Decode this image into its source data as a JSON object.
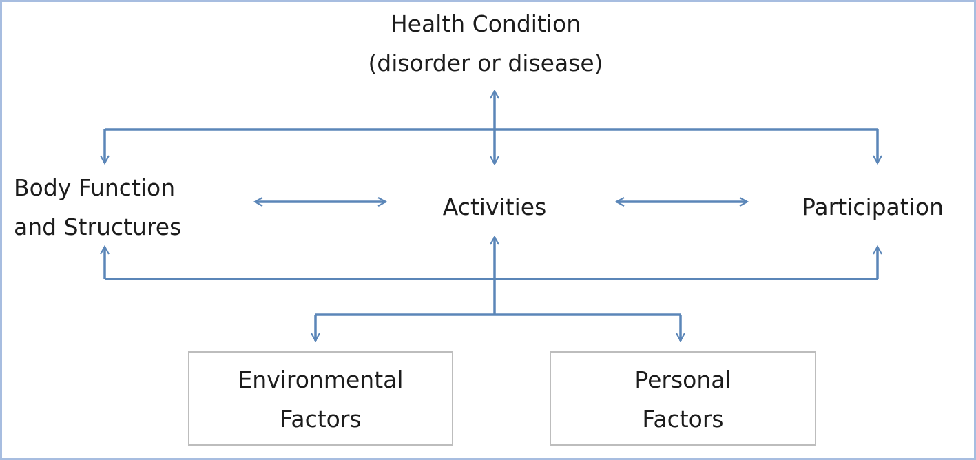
{
  "diagram": {
    "health_condition": {
      "line1": "Health Condition",
      "line2": "(disorder or disease)"
    },
    "body_function": {
      "line1": "Body Function",
      "line2": "and Structures"
    },
    "activities": "Activities",
    "participation": "Participation",
    "environmental": {
      "line1": "Environmental",
      "line2": "Factors"
    },
    "personal": {
      "line1": "Personal",
      "line2": "Factors"
    }
  },
  "colors": {
    "arrow": "#5b86b8",
    "frame": "#a7bde0",
    "box_border": "#bdbdbd",
    "text": "#1c1c1c"
  }
}
